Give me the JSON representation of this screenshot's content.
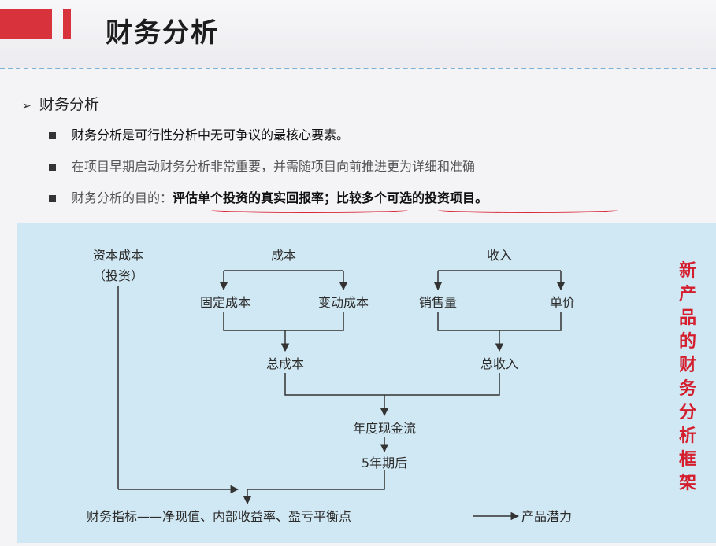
{
  "header": {
    "title": "财务分析"
  },
  "section": {
    "heading": "财务分析"
  },
  "bullets": [
    {
      "text": "财务分析是可行性分析中无可争议的最核心要素。"
    },
    {
      "text": "在项目早期启动财务分析非常重要，并需随项目向前推进更为详细和准确"
    },
    {
      "prefix": "财务分析的目的：",
      "emph1": "评估单个投资的真实回报率",
      "sep": "；",
      "emph2": "比较多个可选的投资项目",
      "end": "。"
    }
  ],
  "diagram": {
    "capital_line1": "资本成本",
    "capital_line2": "（投资）",
    "cost": "成本",
    "revenue": "收入",
    "fixed_cost": "固定成本",
    "variable_cost": "变动成本",
    "sales_volume": "销售量",
    "unit_price": "单价",
    "total_cost": "总成本",
    "total_revenue": "总收入",
    "annual_cash_flow": "年度现金流",
    "five_years": "5年期后",
    "financial_indicators": "财务指标——净现值、内部收益率、盈亏平衡点",
    "product_potential": "产品潜力"
  },
  "side_caption": "新产品的财务分析框架"
}
